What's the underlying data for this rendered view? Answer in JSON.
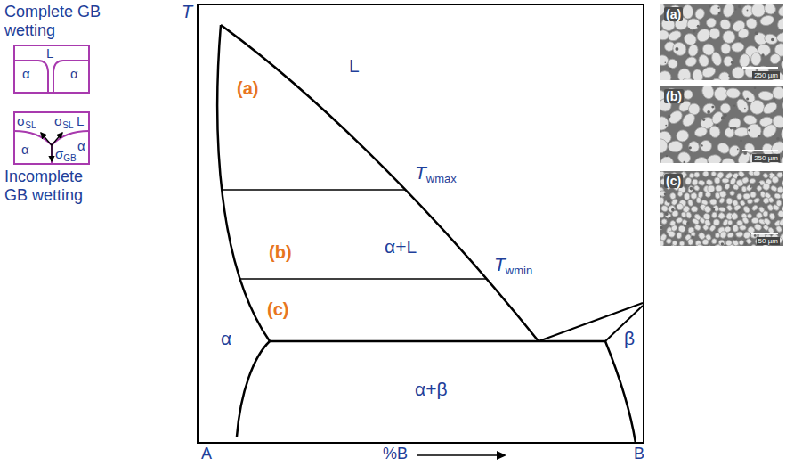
{
  "diagram": {
    "nodes": [
      {
        "text": [
          "Complete GB wetting",
          "L",
          "α",
          "α"
        ]
      },
      {
        "text": [
          "σSL",
          "σSL",
          "L",
          "α",
          "α",
          "σGB",
          "Incomplete GB wetting"
        ]
      },
      {
        "text": [
          "(a)",
          "250 µm"
        ]
      },
      {
        "text": [
          "(b)",
          "250 µm"
        ]
      },
      {
        "text": [
          "(c)",
          "50 µm"
        ]
      }
    ],
    "labels": [
      "T",
      "L",
      "(a)",
      "Twmax",
      "(b)",
      "α+L",
      "Twmin",
      "(c)",
      "α",
      "β",
      "α+β",
      "A",
      "%B",
      "B"
    ]
  }
}
